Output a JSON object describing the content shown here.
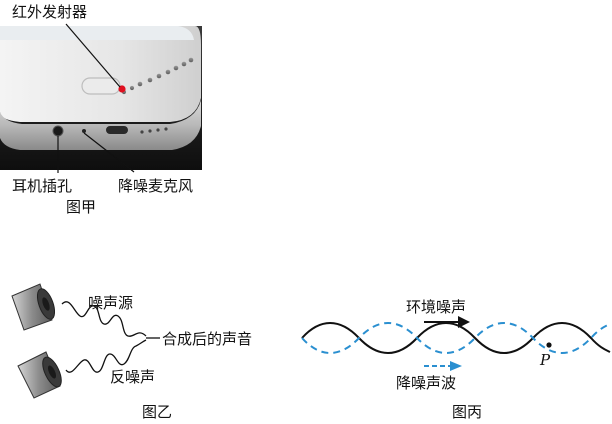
{
  "fig_a": {
    "ir_emitter_label": "红外发射器",
    "earphone_jack_label": "耳机插孔",
    "noise_mic_label": "降噪麦克风",
    "caption": "图甲"
  },
  "fig_b": {
    "noise_source_label": "噪声源",
    "combined_label": "合成后的声音",
    "anti_noise_label": "反噪声",
    "caption": "图乙"
  },
  "fig_c": {
    "ambient_noise_label": "环境噪声",
    "reduction_wave_label": "降噪声波",
    "point_label": "P",
    "caption": "图丙"
  },
  "colors": {
    "ir_dot": "#e01020",
    "dashed_wave": "#2a8fd0",
    "solid_wave": "#111111"
  }
}
